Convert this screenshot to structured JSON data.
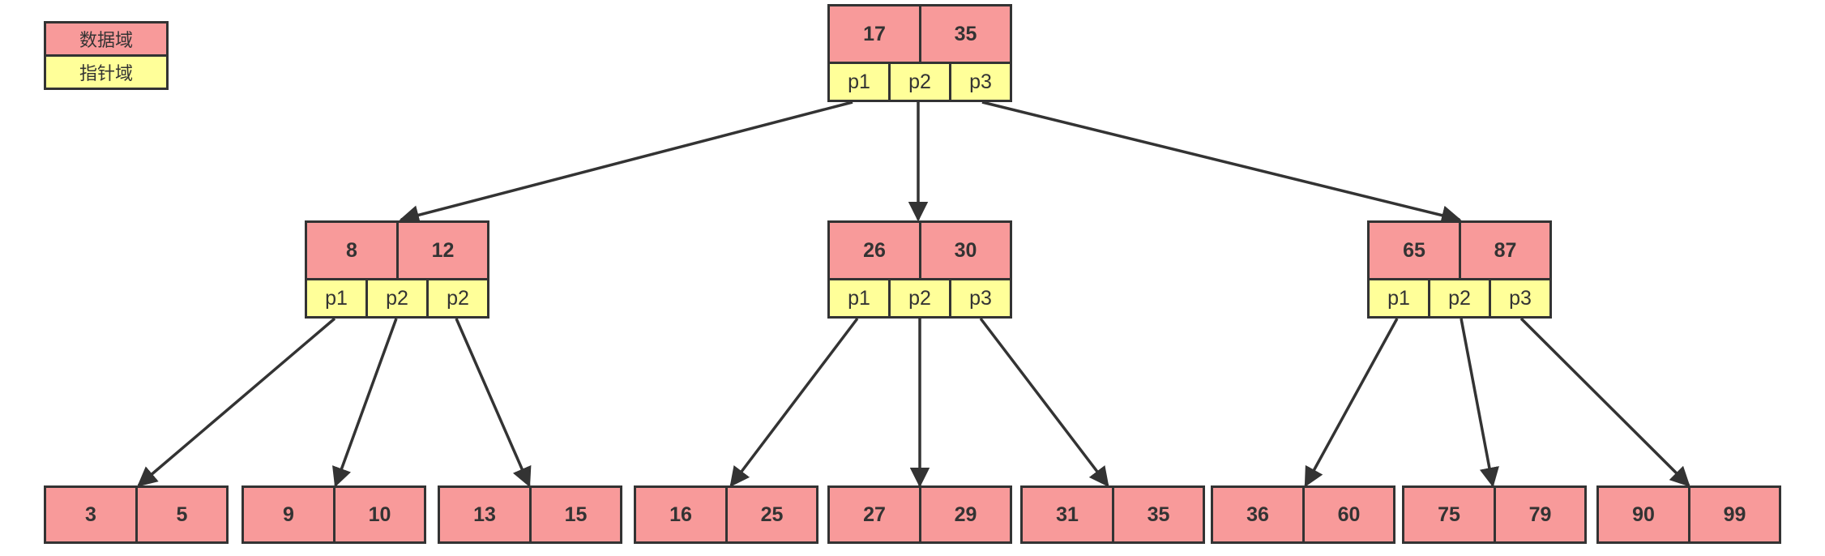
{
  "legend": {
    "data_label": "数据域",
    "pointer_label": "指针域"
  },
  "colors": {
    "data_fill": "#f89a9a",
    "pointer_fill": "#ffff99",
    "stroke": "#333333"
  },
  "tree": {
    "root": {
      "keys": [
        "17",
        "35"
      ],
      "pointers": [
        "p1",
        "p2",
        "p3"
      ]
    },
    "level1": [
      {
        "keys": [
          "8",
          "12"
        ],
        "pointers": [
          "p1",
          "p2",
          "p2"
        ]
      },
      {
        "keys": [
          "26",
          "30"
        ],
        "pointers": [
          "p1",
          "p2",
          "p3"
        ]
      },
      {
        "keys": [
          "65",
          "87"
        ],
        "pointers": [
          "p1",
          "p2",
          "p3"
        ]
      }
    ],
    "leaves": [
      {
        "keys": [
          "3",
          "5"
        ]
      },
      {
        "keys": [
          "9",
          "10"
        ]
      },
      {
        "keys": [
          "13",
          "15"
        ]
      },
      {
        "keys": [
          "16",
          "25"
        ]
      },
      {
        "keys": [
          "27",
          "29"
        ]
      },
      {
        "keys": [
          "31",
          "35"
        ]
      },
      {
        "keys": [
          "36",
          "60"
        ]
      },
      {
        "keys": [
          "75",
          "79"
        ]
      },
      {
        "keys": [
          "90",
          "99"
        ]
      }
    ]
  }
}
